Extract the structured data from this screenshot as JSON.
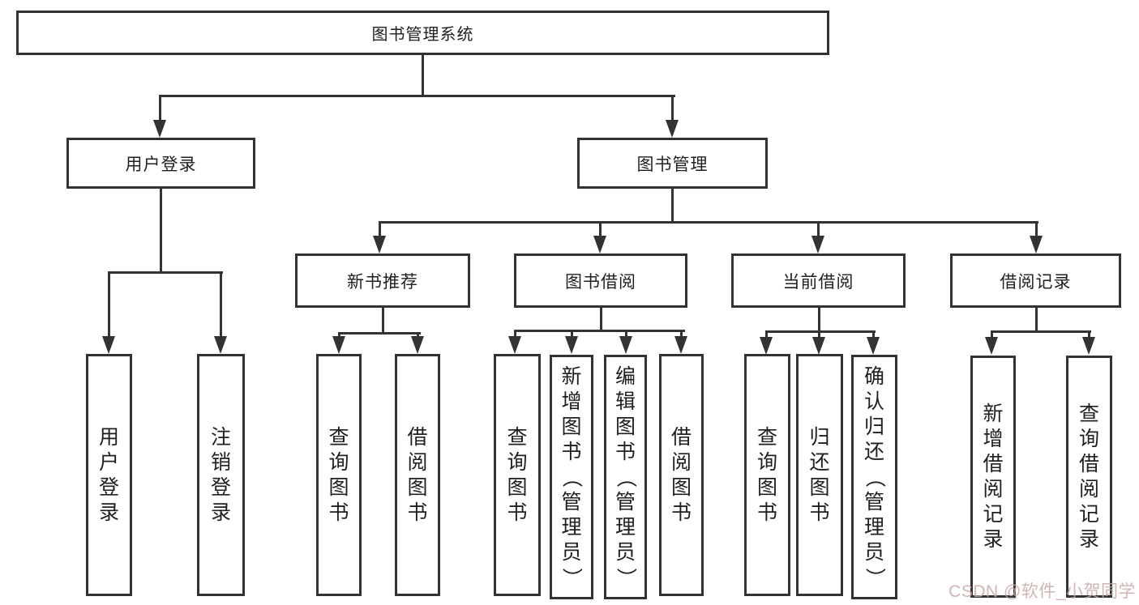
{
  "nodes": {
    "root": {
      "label": "图书管理系统"
    },
    "user_login": {
      "label": "用户登录"
    },
    "book_mgmt": {
      "label": "图书管理"
    },
    "ul_login": {
      "label": "用户登录"
    },
    "ul_logout": {
      "label": "注销登录"
    },
    "new_book": {
      "label": "新书推荐"
    },
    "borrow": {
      "label": "图书借阅"
    },
    "current": {
      "label": "当前借阅"
    },
    "records": {
      "label": "借阅记录"
    },
    "nb_query": {
      "label": "查询图书"
    },
    "nb_borrow": {
      "label": "借阅图书"
    },
    "bb_query": {
      "label": "查询图书"
    },
    "bb_add": {
      "label": "新增图书（管理员）"
    },
    "bb_edit": {
      "label": "编辑图书（管理员）"
    },
    "bb_borrow": {
      "label": "借阅图书"
    },
    "cb_query": {
      "label": "查询图书"
    },
    "cb_return": {
      "label": "归还图书"
    },
    "cb_confirm": {
      "label": "确认归还（管理员）"
    },
    "br_add": {
      "label": "新增借阅记录"
    },
    "br_query": {
      "label": "查询借阅记录"
    }
  },
  "hierarchy": {
    "图书管理系统": {
      "用户登录": [
        "用户登录",
        "注销登录"
      ],
      "图书管理": {
        "新书推荐": [
          "查询图书",
          "借阅图书"
        ],
        "图书借阅": [
          "查询图书",
          "新增图书（管理员）",
          "编辑图书（管理员）",
          "借阅图书"
        ],
        "当前借阅": [
          "查询图书",
          "归还图书",
          "确认归还（管理员）"
        ],
        "借阅记录": [
          "新增借阅记录",
          "查询借阅记录"
        ]
      }
    }
  },
  "colors": {
    "line": "#333333",
    "text": "#1f1f1f",
    "watermark": "#c9a7a7",
    "background": "#ffffff"
  },
  "watermark": {
    "text": "CSDN @软件_小贺同学"
  }
}
